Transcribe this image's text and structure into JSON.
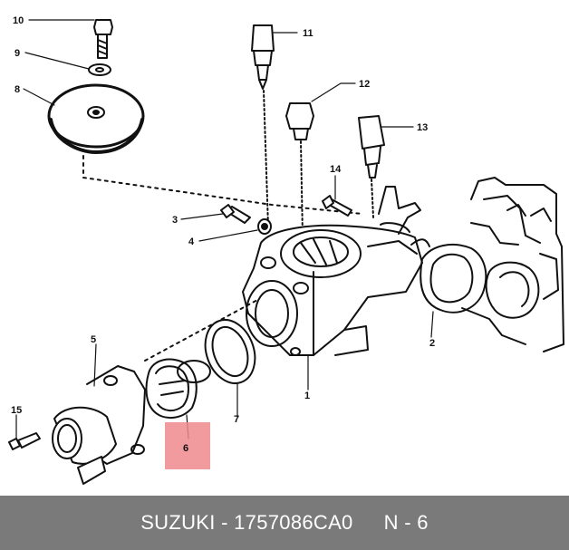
{
  "callouts": {
    "c1": "1",
    "c2": "2",
    "c3": "3",
    "c4": "4",
    "c5": "5",
    "c6": "6",
    "c7": "7",
    "c8": "8",
    "c9": "9",
    "c10": "10",
    "c11": "11",
    "c12": "12",
    "c13": "13",
    "c14": "14",
    "c15": "15"
  },
  "highlight": {
    "part_number": "6",
    "color": "#f08a8e"
  },
  "footer": {
    "brand": "SUZUKI",
    "separator": " - ",
    "part_code": "1757086CA0",
    "position": "N - 6"
  },
  "colors": {
    "footer_bg": "#7a7a7a",
    "footer_text": "#ffffff",
    "line": "#111111"
  }
}
